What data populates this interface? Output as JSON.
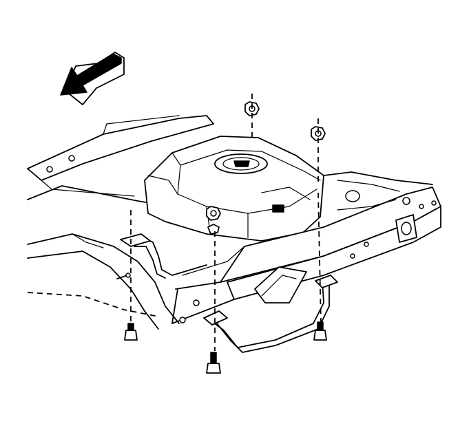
{
  "diagram": {
    "direction_arrow": "front-of-vehicle-arrow",
    "components": [
      "frame",
      "fuel-tank",
      "tank-straps",
      "strap-nuts",
      "strap-bolts"
    ]
  }
}
